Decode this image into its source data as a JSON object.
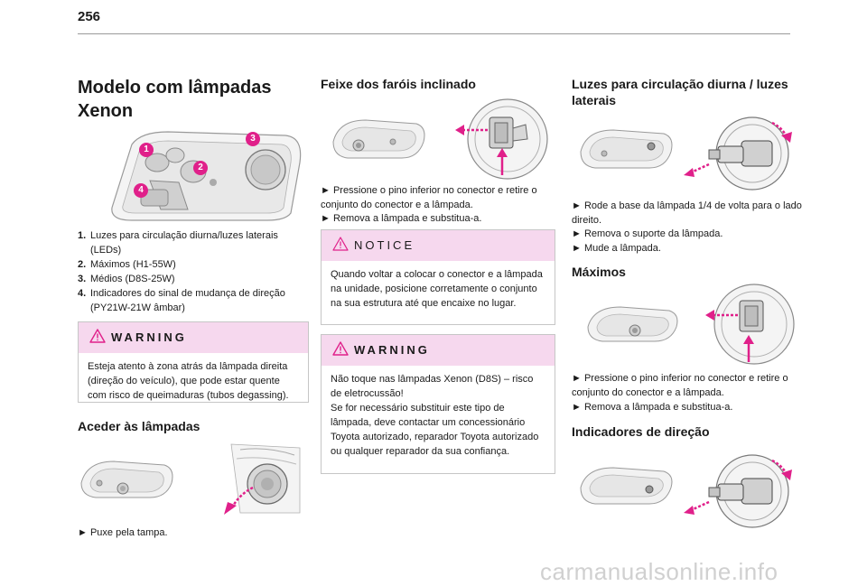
{
  "page": {
    "number": "256"
  },
  "col1": {
    "title_line1": "Modelo com lâmpadas",
    "title_line2": "Xenon",
    "items": [
      {
        "num": "1.",
        "text": "Luzes para circulação diurna/luzes laterais (LEDs)"
      },
      {
        "num": "2.",
        "text": "Máximos (H1-55W)"
      },
      {
        "num": "3.",
        "text": "Médios (D8S-25W)"
      },
      {
        "num": "4.",
        "text": "Indicadores do sinal de mudança de direção (PY21W-21W âmbar)"
      }
    ],
    "callout_numbers": [
      "1",
      "2",
      "3",
      "4"
    ],
    "warning": {
      "label": "WARNING",
      "text": "Esteja atento à zona atrás da lâmpada direita (direção do veículo), que pode estar quente com risco de queimaduras (tubos degassing)."
    },
    "access_title": "Aceder às lâmpadas",
    "access_step": "► Puxe pela tampa."
  },
  "col2": {
    "title": "Feixe dos faróis inclinado",
    "step1": "► Pressione o pino inferior no conector e retire o conjunto do conector e a lâmpada.",
    "step2": "► Remova a lâmpada e substitua-a.",
    "notice": {
      "label": "NOTICE",
      "text": "Quando voltar a colocar o conector e a lâmpada na unidade, posicione corretamente o conjunto na sua estrutura até que encaixe no lugar."
    },
    "warning": {
      "label": "WARNING",
      "line1": "Não toque nas lâmpadas Xenon (D8S) – risco de eletrocussão!",
      "line2": "Se for necessário substituir este tipo de lâmpada, deve contactar um concessionário Toyota autorizado, reparador Toyota autorizado ou qualquer reparador da sua confiança."
    }
  },
  "col3": {
    "drl_title_line1": "Luzes para circulação diurna / luzes",
    "drl_title_line2": "laterais",
    "drl_step1": "► Rode a base da lâmpada 1/4 de volta para o lado direito.",
    "drl_step2": "► Remova o suporte da lâmpada.",
    "drl_step3": "► Mude a lâmpada.",
    "high_title": "Máximos",
    "high_step1": "► Pressione o pino inferior no conector e retire o conjunto do conector e a lâmpada.",
    "high_step2": "► Remova a lâmpada e substitua-a.",
    "ind_title": "Indicadores de direção"
  },
  "footer": {
    "watermark": "carmanualsonline.info"
  },
  "colors": {
    "accent_magenta": "#e0208a",
    "box_head": "#f6d8ee",
    "arrow_blue": "#2a3aa8"
  }
}
